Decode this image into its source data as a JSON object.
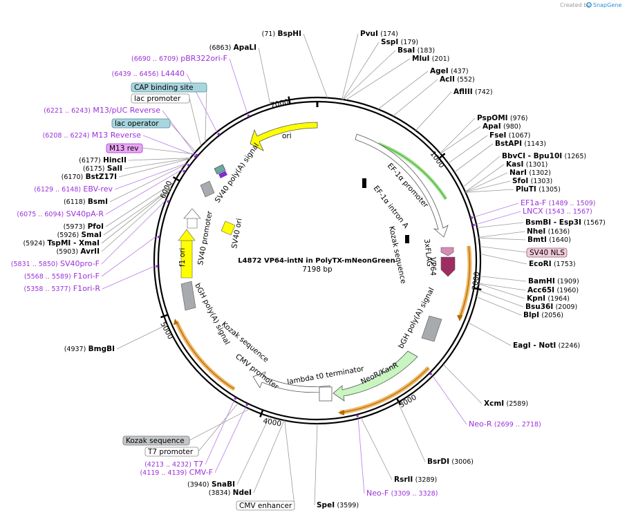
{
  "credit": {
    "prefix": "Created by",
    "brand": "SnapGene"
  },
  "map": {
    "name": "L4872 VP64-intN in PolyTX-mNeonGreen",
    "length": "7198 bp"
  },
  "ticks": [
    "1000",
    "2000",
    "3000",
    "4000",
    "5000",
    "6000",
    "7000"
  ],
  "enzymes": [
    {
      "pos": "(71)",
      "name": "BspHI"
    },
    {
      "name": "PvuI",
      "pos": "(174)"
    },
    {
      "name": "SspI",
      "pos": "(179)"
    },
    {
      "name": "BsaI",
      "pos": "(183)"
    },
    {
      "name": "MluI",
      "pos": "(201)"
    },
    {
      "name": "AgeI",
      "pos": "(437)"
    },
    {
      "name": "AclI",
      "pos": "(552)"
    },
    {
      "name": "AflIII",
      "pos": "(742)"
    },
    {
      "name": "PspOMI",
      "pos": "(976)"
    },
    {
      "name": "ApaI",
      "pos": "(980)"
    },
    {
      "name": "FseI",
      "pos": "(1067)"
    },
    {
      "name": "BstAPI",
      "pos": "(1143)"
    },
    {
      "name": "BbvCI",
      "extra": "- Bpu10I",
      "pos": "(1265)"
    },
    {
      "name": "KasI",
      "pos": "(1301)"
    },
    {
      "name": "NarI",
      "pos": "(1302)"
    },
    {
      "name": "SfoI",
      "pos": "(1303)"
    },
    {
      "name": "PluTI",
      "pos": "(1305)"
    },
    {
      "name": "BsmBI",
      "extra": "- Esp3I",
      "pos": "(1567)"
    },
    {
      "name": "NheI",
      "pos": "(1636)"
    },
    {
      "name": "BmtI",
      "pos": "(1640)"
    },
    {
      "name": "EcoRI",
      "pos": "(1753)"
    },
    {
      "name": "BamHI",
      "pos": "(1909)"
    },
    {
      "name": "Acc65I",
      "pos": "(1960)"
    },
    {
      "name": "KpnI",
      "pos": "(1964)"
    },
    {
      "name": "Bsu36I",
      "pos": "(2009)"
    },
    {
      "name": "BlpI",
      "pos": "(2056)"
    },
    {
      "name": "EagI",
      "extra": "- NotI",
      "pos": "(2246)"
    },
    {
      "name": "XcmI",
      "pos": "(2589)"
    },
    {
      "name": "BsrDI",
      "pos": "(3006)"
    },
    {
      "name": "RsrII",
      "pos": "(3289)"
    },
    {
      "name": "SpeI",
      "pos": "(3599)"
    },
    {
      "pos": "(3834)",
      "name": "NdeI"
    },
    {
      "pos": "(3940)",
      "name": "SnaBI"
    },
    {
      "pos": "(4937)",
      "name": "BmgBI"
    },
    {
      "pos": "(5358 .. 5377)",
      "name": "F1ori-R",
      "primer": true
    },
    {
      "pos": "(5568 .. 5589)",
      "name": "F1ori-F",
      "primer": true
    },
    {
      "pos": "(5831 .. 5850)",
      "name": "SV40pro-F",
      "primer": true
    },
    {
      "pos": "(5903)",
      "name": "AvrII"
    },
    {
      "pos": "(5924)",
      "name": "TspMI",
      "extra": "- XmaI"
    },
    {
      "pos": "(5926)",
      "name": "SmaI"
    },
    {
      "pos": "(5973)",
      "name": "PfoI"
    },
    {
      "pos": "(6075 .. 6094)",
      "name": "SV40pA-R",
      "primer": true
    },
    {
      "pos": "(6118)",
      "name": "BsmI"
    },
    {
      "pos": "(6129 .. 6148)",
      "name": "EBV-rev",
      "primer": true
    },
    {
      "pos": "(6170)",
      "name": "BstZ17I"
    },
    {
      "pos": "(6175)",
      "name": "SalI"
    },
    {
      "pos": "(6177)",
      "name": "HincII"
    },
    {
      "pos": "(6208 .. 6224)",
      "name": "M13 Reverse",
      "primer": true
    },
    {
      "pos": "(6221 .. 6243)",
      "name": "M13/pUC Reverse",
      "primer": true
    },
    {
      "pos": "(6439 .. 6456)",
      "name": "L4440",
      "primer": true
    },
    {
      "pos": "(6690 .. 6709)",
      "name": "pBR322ori-F",
      "primer": true
    },
    {
      "pos": "(6863)",
      "name": "ApaLI"
    },
    {
      "name": "EF1a-F",
      "pos": "(1489 .. 1509)",
      "primer": true
    },
    {
      "name": "LNCX",
      "pos": "(1543 .. 1567)",
      "primer": true
    },
    {
      "name": "Neo-R",
      "pos": "(2699 .. 2718)",
      "primer": true
    },
    {
      "name": "Neo-F",
      "pos": "(3309 .. 3328)",
      "primer": true
    },
    {
      "pos": "(4213 .. 4232)",
      "name": "T7",
      "primer": true
    },
    {
      "pos": "(4119 .. 4139)",
      "name": "CMV-F",
      "primer": true
    }
  ],
  "boxed": [
    {
      "text": "CAP binding site",
      "style": "blue"
    },
    {
      "text": "lac promoter",
      "style": "white"
    },
    {
      "text": "lac operator",
      "style": "blue"
    },
    {
      "text": "M13 rev",
      "style": "purple"
    },
    {
      "text": "SV40 NLS",
      "style": "pink"
    },
    {
      "text": "Kozak sequence",
      "style": "gray"
    },
    {
      "text": "T7 promoter",
      "style": "white"
    },
    {
      "text": "CMV enhancer",
      "style": "white"
    }
  ],
  "features": [
    {
      "text": "ori"
    },
    {
      "text": "EF-1α promoter"
    },
    {
      "text": "EF-1α intron A"
    },
    {
      "text": "Kozak sequence"
    },
    {
      "text": "3xFLAG"
    },
    {
      "text": "VP64"
    },
    {
      "text": "bGH poly(A) signal"
    },
    {
      "text": "NeoR/KanR"
    },
    {
      "text": "lambda t0 terminator"
    },
    {
      "text": "CMV promoter"
    },
    {
      "text": "Kozak sequence"
    },
    {
      "text": "bGH poly(A) signal"
    },
    {
      "text": "f1 ori"
    },
    {
      "text": "SV40 promoter"
    },
    {
      "text": "SV40 ori"
    },
    {
      "text": "SV40 poly(A) signal"
    }
  ],
  "colors": {
    "ori": "#ffff00",
    "promoter": "#ffffff",
    "neo": "#c8f5c0",
    "polyA": "#a7aaae",
    "flag": "#d78bb5",
    "vp64": "#9e2e62",
    "primer": "#9b30d9",
    "orf": "#f0b766",
    "green": "#4cae3a"
  }
}
